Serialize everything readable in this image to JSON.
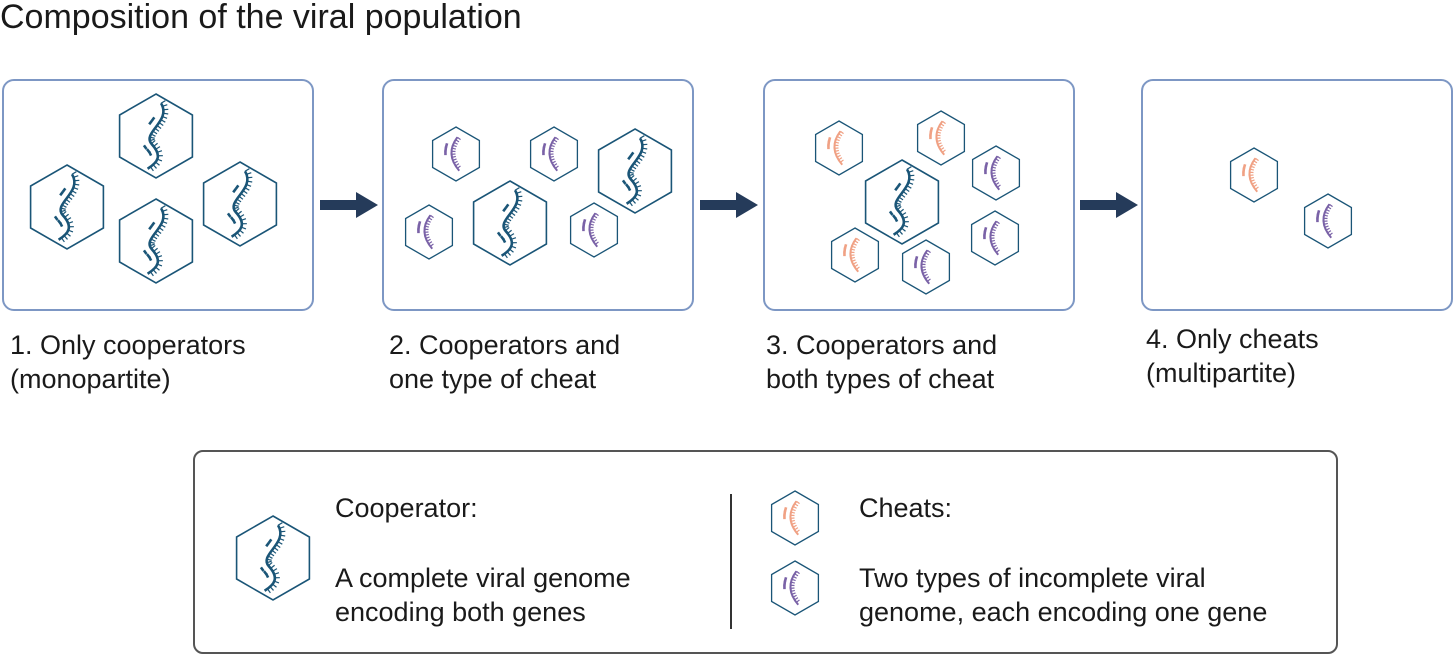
{
  "title": "Composition of the viral population",
  "colors": {
    "cooperator": "#1a5577",
    "cheat_orange": "#f0a184",
    "cheat_purple": "#7a62a7",
    "panel_border": "#7d97c4",
    "arrow": "#253b5a"
  },
  "stages": [
    {
      "caption_line1": "1. Only cooperators",
      "caption_line2": "(monopartite)"
    },
    {
      "caption_line1": "2. Cooperators and",
      "caption_line2": "one type of cheat"
    },
    {
      "caption_line1": "3. Cooperators and",
      "caption_line2": "both types of cheat"
    },
    {
      "caption_line1": "4. Only cheats",
      "caption_line2": "(multipartite)"
    }
  ],
  "legend": {
    "cooperator_heading": "Cooperator:",
    "cooperator_line1": "A complete viral genome",
    "cooperator_line2": "encoding both genes",
    "cheats_heading": "Cheats:",
    "cheats_line1": "Two types of incomplete viral",
    "cheats_line2": "genome, each encoding one gene"
  }
}
